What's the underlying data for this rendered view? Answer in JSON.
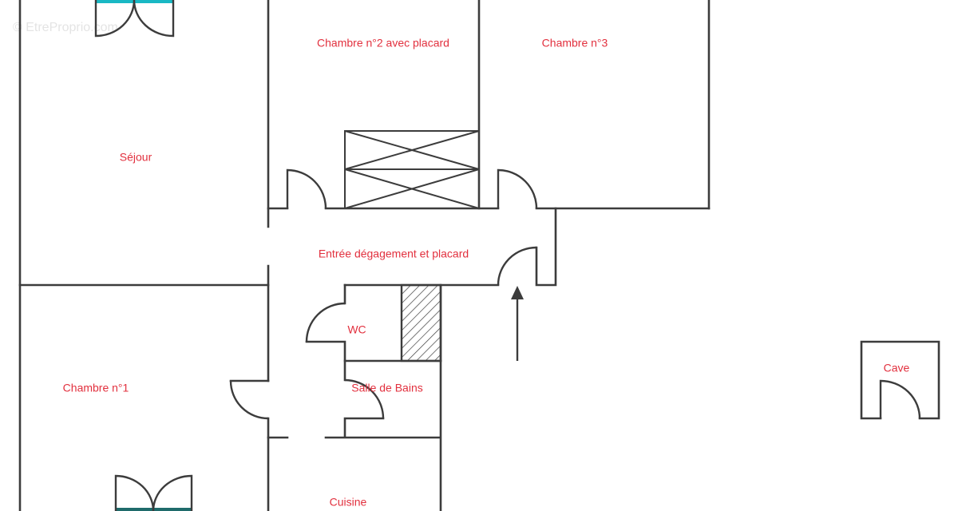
{
  "watermark": "© EtreProprio.com",
  "rooms": {
    "sejour": "Séjour",
    "chambre_2": "Chambre n°2 avec placard",
    "chambre_3": "Chambre n°3",
    "entree": "Entrée dégagement et placard",
    "wc": "WC",
    "salle_de_bains": "Salle de Bains",
    "chambre_1": "Chambre n°1",
    "cuisine": "Cuisine",
    "cave": "Cave"
  },
  "colors": {
    "wall": "#3c3c3c",
    "label": "#e2303e",
    "window_top": "#19b8c4",
    "window_bottom": "#1f6b6b",
    "watermark": "#e4e4e4"
  },
  "symbols": {
    "entrance": "arrow-up-icon",
    "closet": "closet-cross-icon",
    "duct": "hatched-duct-icon"
  }
}
